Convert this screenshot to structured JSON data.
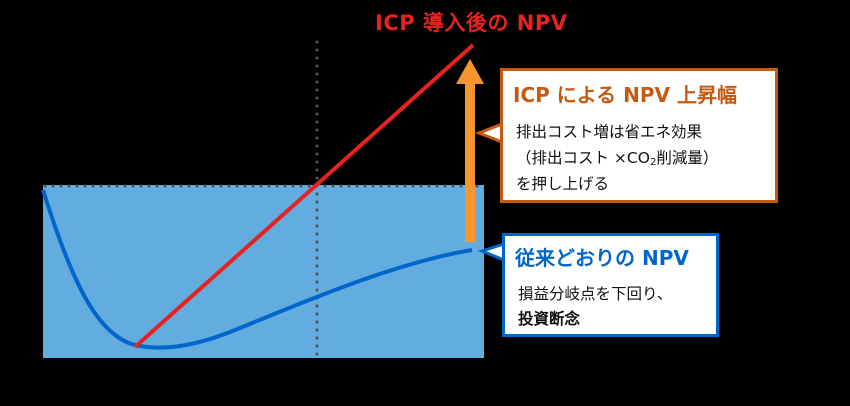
{
  "title": "ICP 導入後の NPV",
  "callout_icp": {
    "heading": "ICP による NPV 上昇幅",
    "line1": "排出コスト増は省エネ効果",
    "line2_prefix": "（排出コスト ×CO",
    "line2_sub": "2",
    "line2_suffix": "削減量）",
    "line3": "を押し上げる"
  },
  "callout_conventional": {
    "heading": "従来どおりの NPV",
    "line1": "損益分岐点を下回り、",
    "line2": "投資断念"
  },
  "colors": {
    "background": "#000000",
    "region_fill": "#63acdf",
    "red_line": "#e8221f",
    "blue_curve": "#0066cc",
    "orange_arrow": "#f7962d",
    "orange_border": "#c55a11",
    "dotted": "#555555"
  },
  "chart_data": {
    "type": "line",
    "title": "ICP 導入後の NPV",
    "series": [
      {
        "name": "従来どおりの NPV",
        "shape": "dip-then-rise curve",
        "points": [
          [
            43,
            190
          ],
          [
            80,
            280
          ],
          [
            135,
            345
          ],
          [
            180,
            345
          ],
          [
            317,
            295
          ],
          [
            470,
            250
          ]
        ]
      },
      {
        "name": "ICP 導入後の NPV",
        "shape": "straight line",
        "points": [
          [
            135,
            347
          ],
          [
            473,
            45
          ]
        ]
      }
    ],
    "reference_lines": [
      {
        "orientation": "horizontal",
        "style": "dotted",
        "y": 185,
        "meaning": "損益分岐点"
      },
      {
        "orientation": "vertical",
        "style": "dotted",
        "x": 317
      }
    ],
    "annotation_arrow": {
      "from": [
        470,
        241
      ],
      "to": [
        470,
        60
      ],
      "label": "ICP による NPV 上昇幅"
    },
    "shaded_region": {
      "x": [
        43,
        484
      ],
      "y": [
        185,
        358
      ]
    },
    "grid": false
  }
}
